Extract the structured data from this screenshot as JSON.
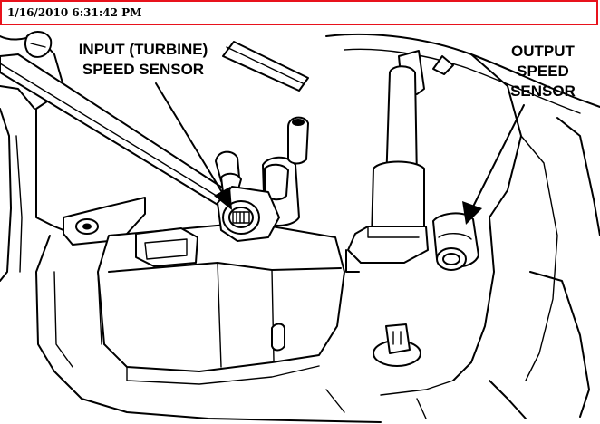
{
  "header": {
    "timestamp": "1/16/2010 6:31:42 PM",
    "border_color": "#e8121c"
  },
  "diagram": {
    "labels": {
      "input_sensor_line1": "INPUT (TURBINE)",
      "input_sensor_line2": "SPEED SENSOR",
      "output_sensor_line1": "OUTPUT",
      "output_sensor_line2": "SPEED",
      "output_sensor_line3": "SENSOR"
    }
  }
}
